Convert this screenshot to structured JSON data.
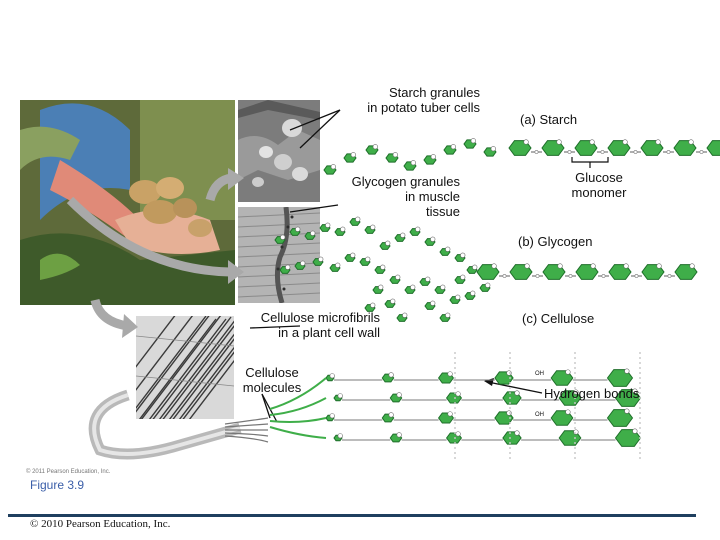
{
  "labels": {
    "starch_granules": [
      "Starch granules",
      "in potato tuber cells"
    ],
    "glycogen_granules": [
      "Glycogen granules",
      "in muscle",
      "tissue"
    ],
    "cellulose_microfibrils": [
      "Cellulose microfibrils",
      "in a plant cell wall"
    ],
    "cellulose_molecules": [
      "Cellulose",
      "molecules"
    ],
    "panel_a": "(a) Starch",
    "glucose_monomer": [
      "Glucose",
      "monomer"
    ],
    "panel_b": "(b) Glycogen",
    "panel_c": "(c) Cellulose",
    "hydrogen_bonds": "Hydrogen bonds",
    "oh": "OH"
  },
  "figure_label": "Figure 3.9",
  "small_copyright": "© 2011 Pearson Education, Inc.",
  "footer": "© 2010 Pearson Education, Inc.",
  "colors": {
    "glucose_fill": "#3fae49",
    "glucose_stroke": "#1f6e2a",
    "bond": "#7a7a7a",
    "hbond": "#c8c8c8",
    "arrow": "#a9a9a9",
    "rule": "#1f3f5f"
  }
}
